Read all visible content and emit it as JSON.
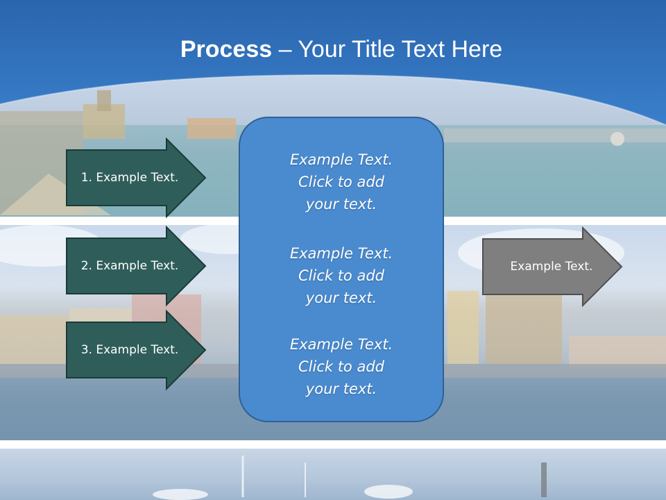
{
  "title": {
    "bold": "Process",
    "rest": " – Your Title Text Here"
  },
  "steps": [
    {
      "label": "1. Example Text."
    },
    {
      "label": "2. Example Text."
    },
    {
      "label": "3. Example Text."
    }
  ],
  "panel_blocks": [
    {
      "line1": "Example Text.",
      "line2": "Click  to add",
      "line3": "your text."
    },
    {
      "line1": "Example Text.",
      "line2": "Click  to add",
      "line3": "your text."
    },
    {
      "line1": "Example Text.",
      "line2": "Click  to add",
      "line3": "your text."
    }
  ],
  "output": {
    "label": "Example Text."
  },
  "colors": {
    "header_blue": "#2f6db5",
    "step_arrow_fill": "#2f5e5a",
    "output_arrow_fill": "#7f7f7f",
    "panel_fill": "#4a8bd0"
  }
}
